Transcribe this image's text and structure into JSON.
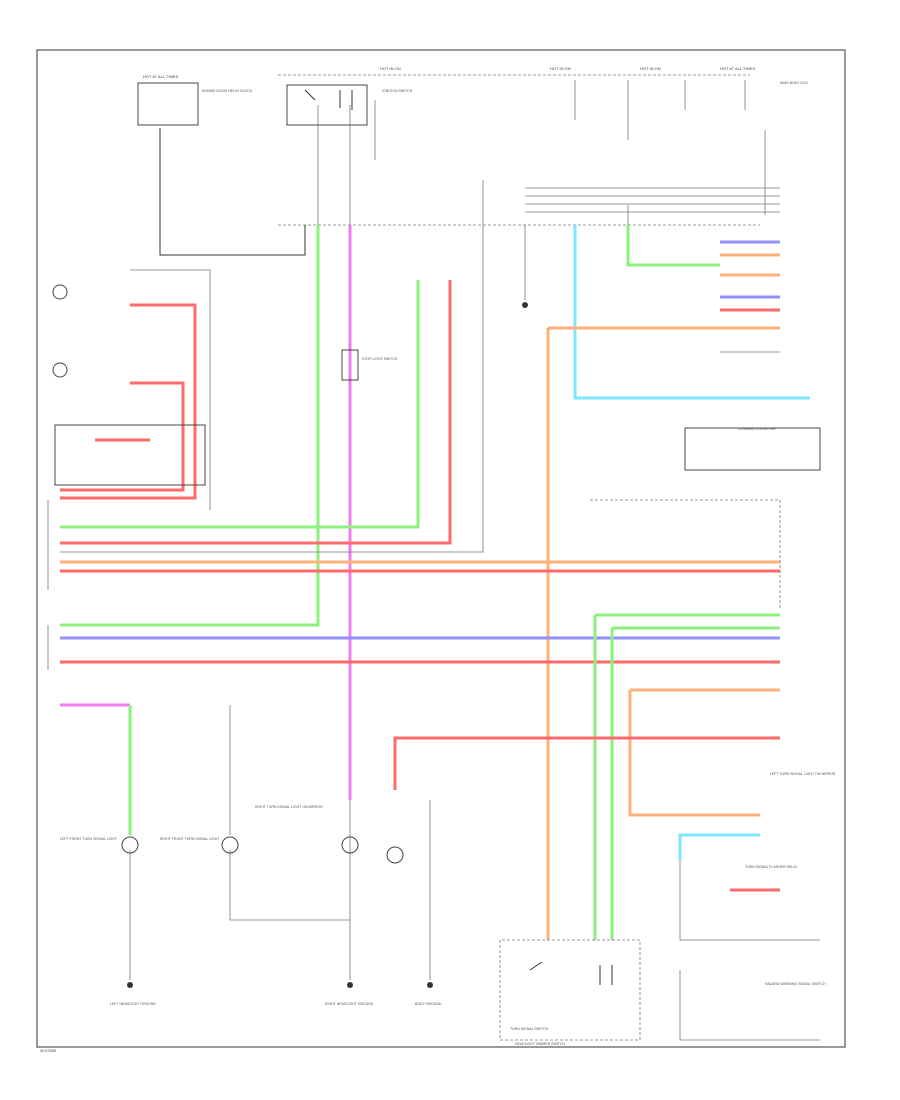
{
  "diagram": {
    "footer_code": "W:07085",
    "colors": {
      "red": "#ff6b6b",
      "green": "#8cf07c",
      "orange": "#ffb07a",
      "blue": "#8f8fff",
      "cyan": "#7fe6ff",
      "magenta": "#f07cf0",
      "frame": "#555555"
    },
    "labels": {
      "hot_at_all_times_1": "HOT AT ALL TIMES",
      "hot_in_on_1": "HOT IN ON",
      "hot_in_on_2": "HOT IN ON",
      "hot_in_on_3": "HOT IN ON",
      "hot_at_all_times_2": "HOT AT ALL TIMES",
      "relay_box_note": "ENGINE ROOM RELAY BLOCK",
      "turn_sw_comp": "TURN SIGNAL SWITCH",
      "headlight_sw_comp": "HEADLIGHT DIMMER SWITCH",
      "lh_front_turn": "LEFT FRONT TURN SIGNAL LIGHT",
      "rh_front_turn": "RIGHT FRONT TURN SIGNAL LIGHT",
      "rh_side_turn": "RIGHT TURN SIGNAL LIGHT ON MIRROR",
      "hazard_sw": "HAZARD WARNING SIGNAL SWITCH",
      "flasher": "TURN SIGNAL FLASHER RELAY",
      "lh_side_turn": "LEFT TURN SIGNAL LIGHT ON MIRROR",
      "combination_meter": "COMBINATION METER",
      "ground_lh": "LEFT HEADLIGHT GROUND",
      "ground_rh": "RIGHT HEADLIGHT GROUND",
      "ground_body": "BODY GROUND",
      "multiplex_ecu": "MAIN BODY ECU",
      "ignition_sw": "IGNITION SWITCH",
      "stop_light_sw": "STOP LIGHT SWITCH"
    }
  }
}
